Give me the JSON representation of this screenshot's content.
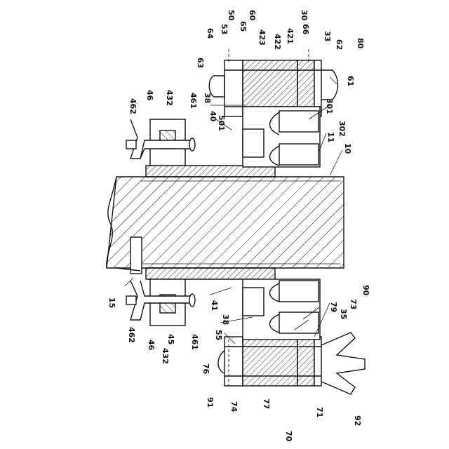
{
  "figure": {
    "labels": {
      "l10": "10",
      "l11": "11",
      "l15": "15",
      "l30": "30",
      "l33": "33",
      "l35": "35",
      "l38a": "38",
      "l38b": "38",
      "l40": "40",
      "l41": "41",
      "l45": "45",
      "l46a": "46",
      "l46b": "46",
      "l50": "50",
      "l53": "53",
      "l55": "55",
      "l60": "60",
      "l61": "61",
      "l62": "62",
      "l63": "63",
      "l64": "64",
      "l65": "65",
      "l66": "66",
      "l70": "70",
      "l71": "71",
      "l73": "73",
      "l74": "74",
      "l76": "76",
      "l77": "77",
      "l79": "79",
      "l80": "80",
      "l90": "90",
      "l91": "91",
      "l92": "92",
      "l301": "301",
      "l302": "302",
      "l421": "421",
      "l422": "422",
      "l423": "423",
      "l432a": "432",
      "l432b": "432",
      "l461a": "461",
      "l461b": "461",
      "l462a": "462",
      "l462b": "462",
      "l501": "501"
    }
  }
}
